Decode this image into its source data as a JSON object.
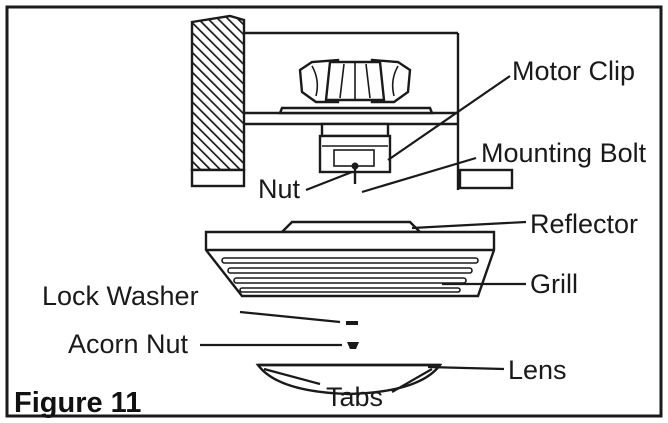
{
  "figure": {
    "title": "Figure 11",
    "labels": {
      "motor_clip": "Motor Clip",
      "mounting_bolt": "Mounting Bolt",
      "nut": "Nut",
      "reflector": "Reflector",
      "grill": "Grill",
      "lock_washer": "Lock Washer",
      "acorn_nut": "Acorn Nut",
      "lens": "Lens",
      "tabs": "Tabs"
    }
  },
  "colors": {
    "ink": "#1a1a1a",
    "background": "#ffffff"
  }
}
